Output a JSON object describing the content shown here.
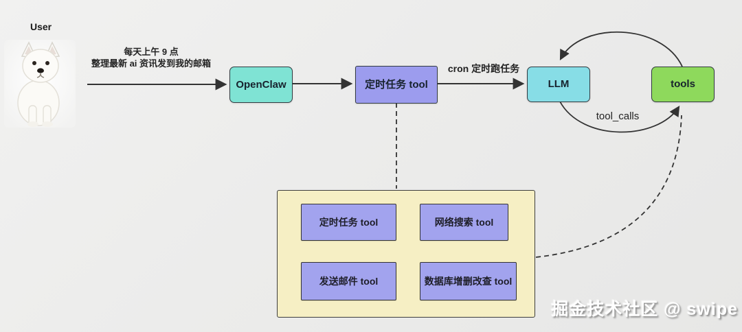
{
  "page": {
    "background_color": "#ececeb",
    "watermark": "掘金技术社区 @ swipe"
  },
  "diagram": {
    "user": {
      "label": "User",
      "avatar_icon": "white-puppy-photo"
    },
    "nodes": [
      {
        "id": "openclaw",
        "label": "OpenClaw",
        "fill": "#7fe3d4"
      },
      {
        "id": "scheduler_tool",
        "label": "定时任务 tool",
        "fill": "#9c9cee"
      },
      {
        "id": "llm",
        "label": "LLM",
        "fill": "#87dde6"
      },
      {
        "id": "tools",
        "label": "tools",
        "fill": "#8ed95c"
      }
    ],
    "edges": [
      {
        "from": "user",
        "to": "openclaw",
        "style": "solid-arrow",
        "label_lines": [
          "每天上午 9 点",
          "整理最新 ai 资讯发到我的邮箱"
        ]
      },
      {
        "from": "openclaw",
        "to": "scheduler_tool",
        "style": "solid-arrow",
        "label": ""
      },
      {
        "from": "scheduler_tool",
        "to": "llm",
        "style": "solid-arrow",
        "label": "cron 定时跑任务"
      },
      {
        "from": "tools",
        "to": "llm",
        "style": "solid-curved-arrow",
        "label": ""
      },
      {
        "from": "llm",
        "to": "tools",
        "style": "solid-curved-arrow",
        "label": "tool_calls"
      },
      {
        "from": "scheduler_tool",
        "to": "toolbox",
        "style": "dashed-line",
        "label": ""
      },
      {
        "from": "toolbox",
        "to": "tools",
        "style": "dashed-curved-arrow",
        "label": ""
      }
    ],
    "toolbox": {
      "fill": "#f6efc4",
      "items": [
        {
          "label": "定时任务 tool"
        },
        {
          "label": "网络搜索 tool"
        },
        {
          "label": "发送邮件 tool"
        },
        {
          "label": "数据库增删改查 tool"
        }
      ]
    },
    "line_color": "#333333"
  }
}
